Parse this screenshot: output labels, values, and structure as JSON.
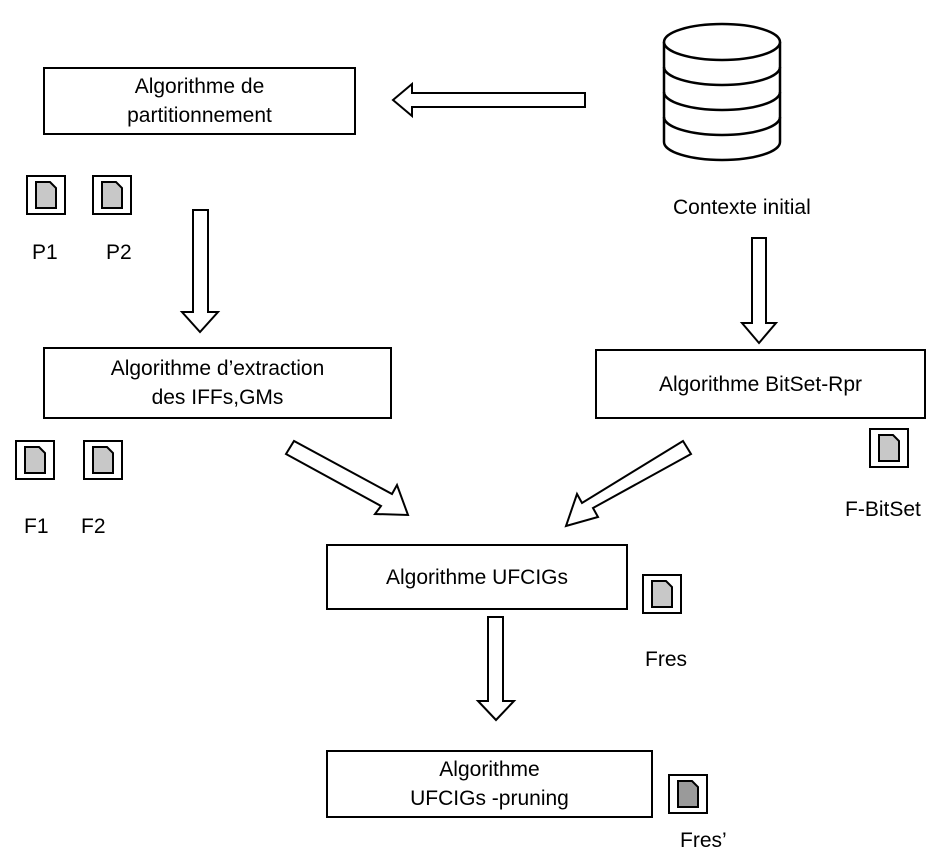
{
  "boxes": {
    "partition": {
      "line1": "Algorithme de",
      "line2": "partitionnement"
    },
    "extraction": {
      "line1": "Algorithme d’extraction",
      "line2": "des  IFFs,GMs"
    },
    "bitset": {
      "line1": "Algorithme BitSet-Rpr"
    },
    "ufcigs": {
      "line1": "Algorithme UFCIGs"
    },
    "pruning": {
      "line1": "Algorithme",
      "line2": "UFCIGs -pruning"
    }
  },
  "database": {
    "label": "Contexte initial"
  },
  "files": {
    "p1": "P1",
    "p2": "P2",
    "f1": "F1",
    "f2": "F2",
    "fbitset": "F-BitSet",
    "fres": "Fres",
    "fres_prime": "Fres’"
  },
  "colors": {
    "stroke": "#000000",
    "doc_fill": "#c8c8c8",
    "db_fill": "#ffffff"
  }
}
